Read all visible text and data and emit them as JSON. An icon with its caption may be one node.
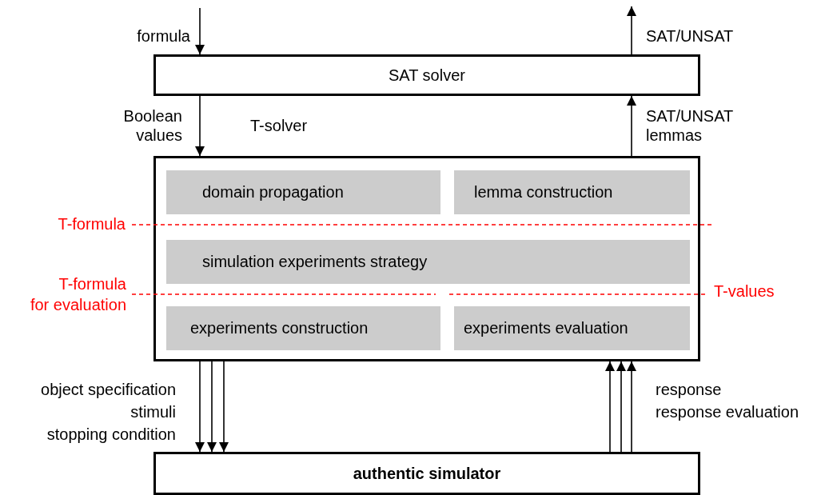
{
  "diagram": {
    "nodes": [
      {
        "text": [
          "SAT solver"
        ]
      },
      {
        "text": [
          "T-solver"
        ]
      },
      {
        "text": [
          "domain propagation"
        ],
        "in": 1
      },
      {
        "text": [
          "lemma construction"
        ],
        "in": 1
      },
      {
        "text": [
          "simulation experiments strategy"
        ],
        "in": 1
      },
      {
        "text": [
          "experiments construction"
        ],
        "in": 1
      },
      {
        "text": [
          "experiments evaluation"
        ],
        "in": 1
      },
      {
        "text": [
          "authentic simulator"
        ]
      }
    ],
    "edges": [
      {
        "from": null,
        "to": 0,
        "arrow": "to",
        "label": "formula"
      },
      {
        "from": 0,
        "to": null,
        "arrow": "to",
        "label": "SAT/UNSAT"
      },
      {
        "from": 0,
        "to": 1,
        "arrow": "to",
        "label": "Boolean values"
      },
      {
        "from": 1,
        "to": 0,
        "arrow": "to",
        "label": "SAT/UNSAT lemmas"
      },
      {
        "from": 1,
        "to": 7,
        "arrow": "to",
        "label": "object specification"
      },
      {
        "from": 1,
        "to": 7,
        "arrow": "to",
        "label": "stimuli"
      },
      {
        "from": 1,
        "to": 7,
        "arrow": "to",
        "label": "stopping condition"
      },
      {
        "from": 7,
        "to": 1,
        "arrow": "to"
      },
      {
        "from": 7,
        "to": 1,
        "arrow": "to",
        "label": "response evaluation"
      },
      {
        "from": 7,
        "to": 1,
        "arrow": "to",
        "label": "response"
      }
    ],
    "labels": [
      "T-formula",
      "T-formula for evaluation",
      "T-values"
    ]
  }
}
